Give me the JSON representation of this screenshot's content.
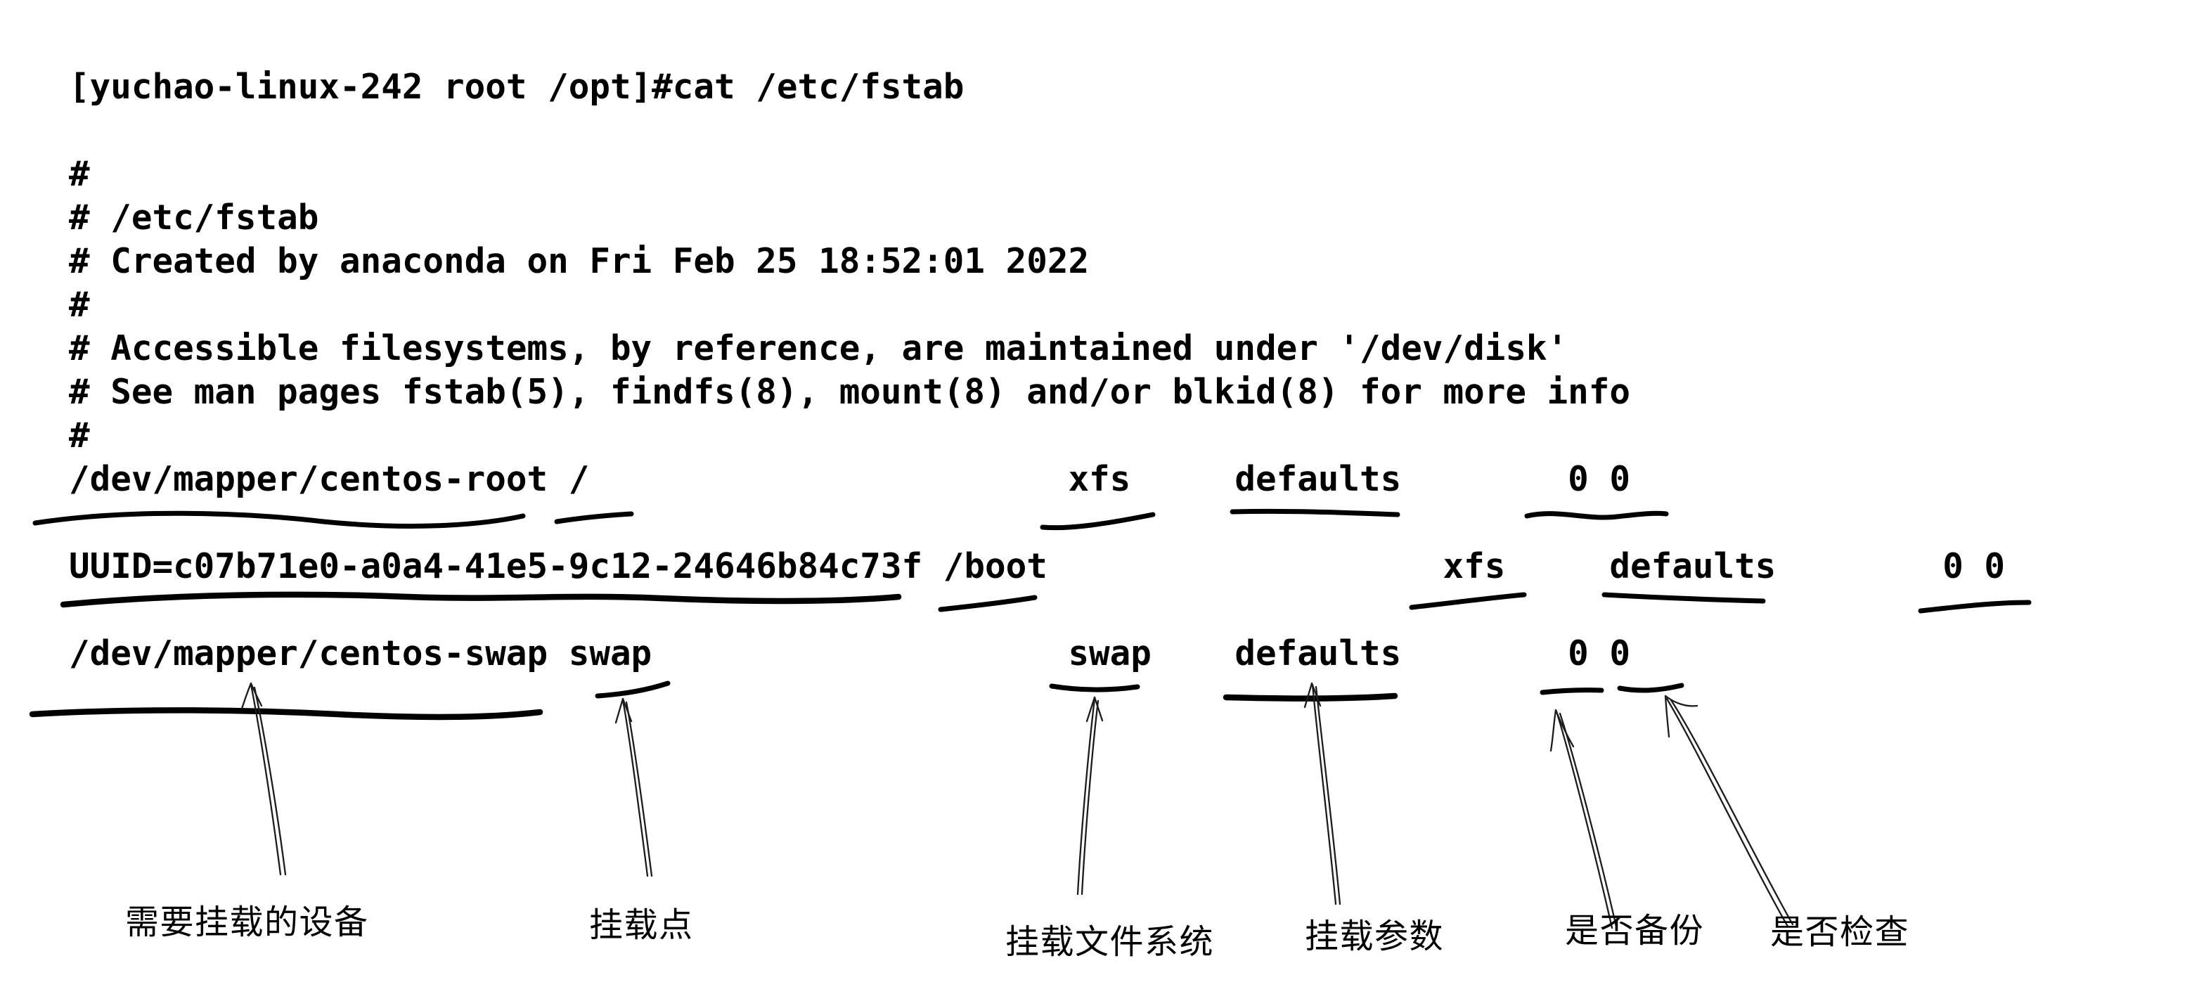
{
  "terminal": {
    "prompt": {
      "host": "yuchao-linux-242",
      "user": "root",
      "cwd": "/opt",
      "command": "cat /etc/fstab"
    },
    "lines": [
      "[yuchao-linux-242 root /opt]#cat /etc/fstab",
      "",
      "#",
      "# /etc/fstab",
      "# Created by anaconda on Fri Feb 25 18:52:01 2022",
      "#",
      "# Accessible filesystems, by reference, are maintained under '/dev/disk'",
      "# See man pages fstab(5), findfs(8), mount(8) and/or blkid(8) for more info",
      "#",
      "/dev/mapper/centos-root /                       xfs     defaults        0 0",
      "",
      "UUID=c07b71e0-a0a4-41e5-9c12-24646b84c73f /boot                   xfs     defaults        0 0",
      "",
      "/dev/mapper/centos-swap swap                    swap    defaults        0 0"
    ]
  },
  "fstab": {
    "columns": [
      "device",
      "mount_point",
      "fs_type",
      "options",
      "dump",
      "pass"
    ],
    "entries": [
      {
        "device": "/dev/mapper/centos-root",
        "mount_point": "/",
        "fs_type": "xfs",
        "options": "defaults",
        "dump": "0",
        "pass": "0"
      },
      {
        "device": "UUID=c07b71e0-a0a4-41e5-9c12-24646b84c73f",
        "mount_point": "/boot",
        "fs_type": "xfs",
        "options": "defaults",
        "dump": "0",
        "pass": "0"
      },
      {
        "device": "/dev/mapper/centos-swap",
        "mount_point": "swap",
        "fs_type": "swap",
        "options": "defaults",
        "dump": "0",
        "pass": "0"
      }
    ]
  },
  "annotations": {
    "labels": [
      {
        "text": "需要挂载的设备"
      },
      {
        "text": "挂载点"
      },
      {
        "text": "挂载文件系统"
      },
      {
        "text": "挂载参数"
      },
      {
        "text": "是否备份"
      },
      {
        "text": "是否检查"
      }
    ]
  },
  "colors": {
    "background": "#ffffff",
    "text": "#000000",
    "annotation_stroke": "#000000"
  }
}
